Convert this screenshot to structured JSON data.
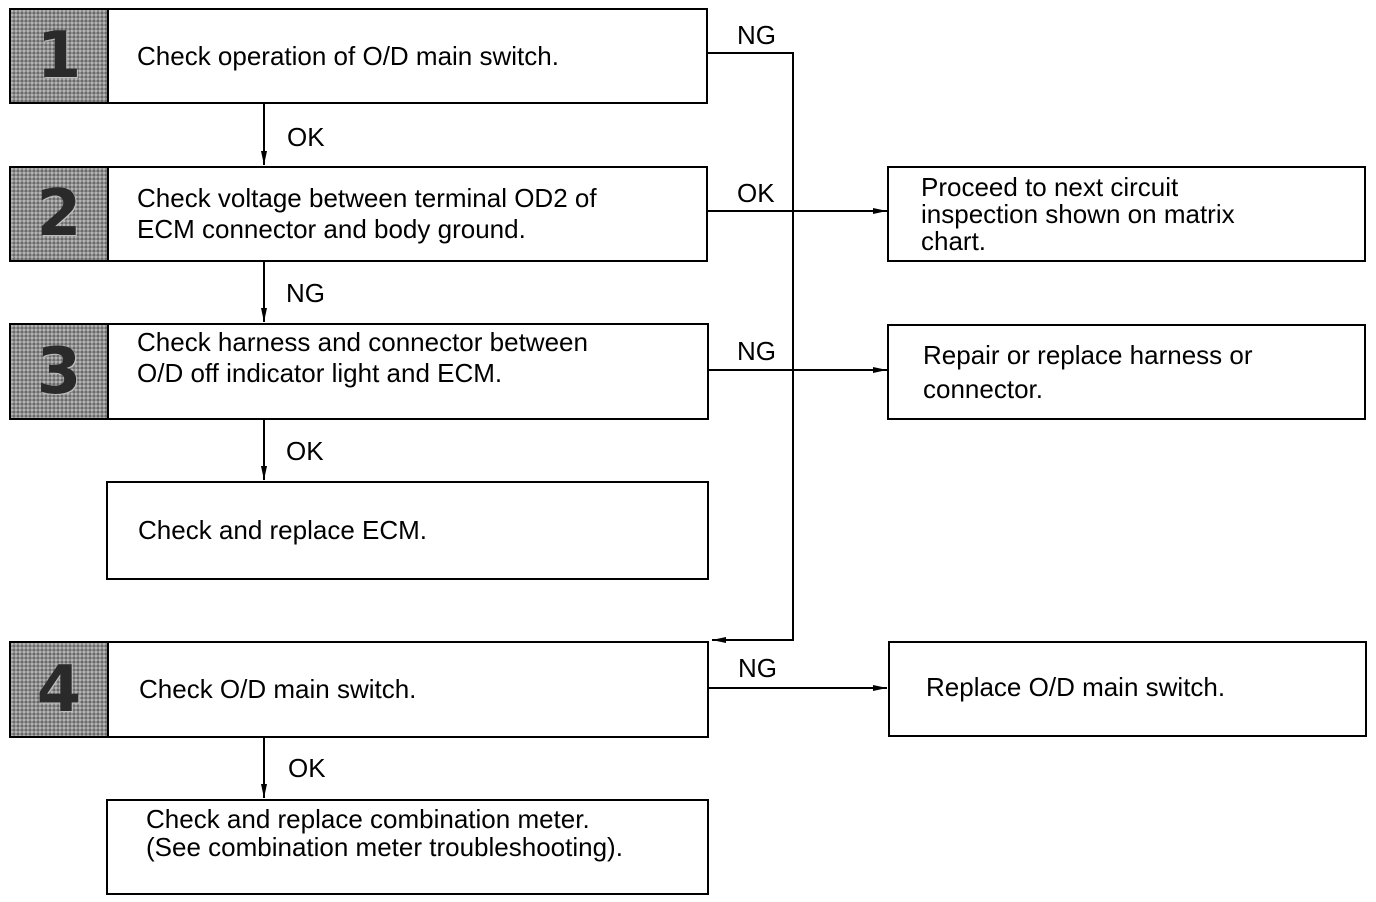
{
  "steps": [
    {
      "number": "1",
      "lines": [
        "Check operation of O/D main switch."
      ]
    },
    {
      "number": "2",
      "lines": [
        "Check voltage between terminal OD2 of",
        "ECM connector and body ground."
      ]
    },
    {
      "number": "3",
      "lines": [
        "Check harness and connector between",
        "O/D off indicator light and ECM."
      ]
    },
    {
      "number": "4",
      "lines": [
        "Check O/D main switch."
      ]
    }
  ],
  "actions": {
    "replace_ecm": "Check and replace ECM.",
    "replace_meter": [
      "Check and replace combination meter.",
      "(See combination meter troubleshooting)."
    ]
  },
  "results": {
    "next_circuit": [
      "Proceed to next circuit",
      "inspection shown on matrix",
      "chart."
    ],
    "repair_harness": [
      "Repair or replace harness or",
      "connector."
    ],
    "replace_switch": "Replace O/D main switch."
  },
  "labels": {
    "ok": "OK",
    "ng": "NG"
  }
}
